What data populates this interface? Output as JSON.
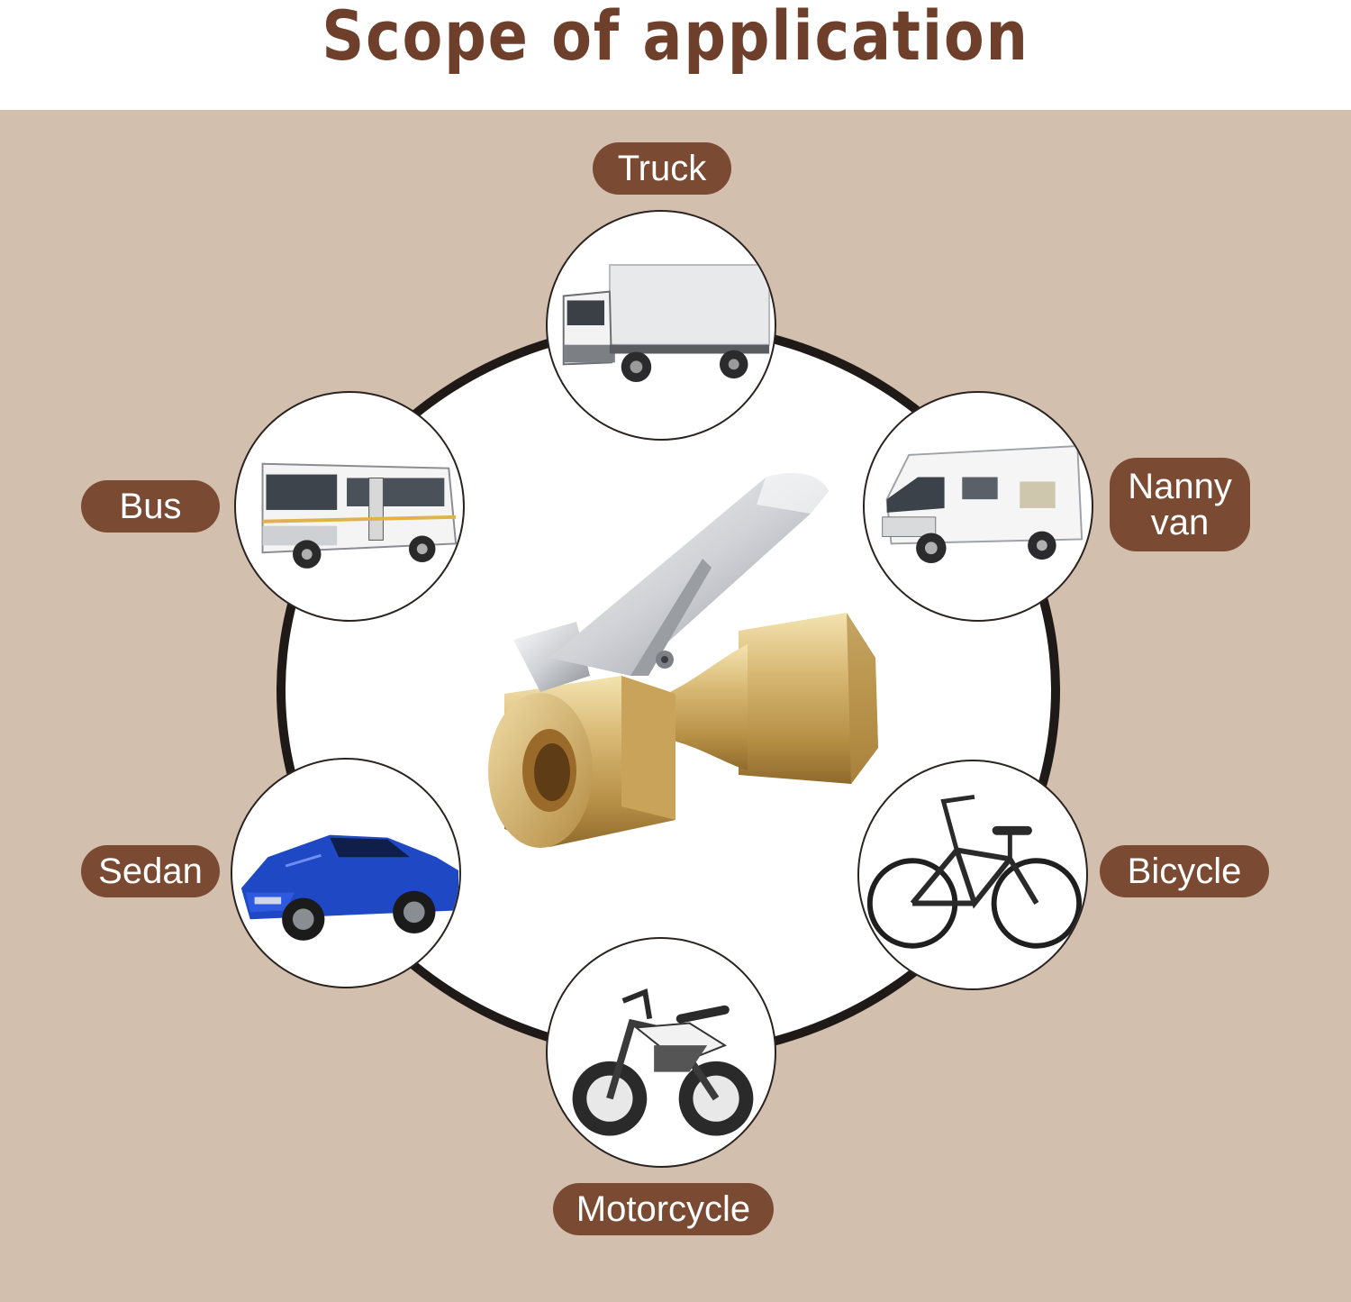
{
  "title": "Scope of application",
  "colors": {
    "title": "#6e3f2a",
    "background": "#d3bfae",
    "pill": "#7a4a33",
    "ring": "#1f1a18"
  },
  "vehicles": [
    {
      "key": "truck",
      "label": "Truck",
      "icon": "truck-icon"
    },
    {
      "key": "nanny-van",
      "label": "Nanny\nvan",
      "icon": "motorhome-icon"
    },
    {
      "key": "bicycle",
      "label": "Bicycle",
      "icon": "bicycle-icon"
    },
    {
      "key": "motorcycle",
      "label": "Motorcycle",
      "icon": "motorcycle-icon"
    },
    {
      "key": "sedan",
      "label": "Sedan",
      "icon": "sports-car-icon"
    },
    {
      "key": "bus",
      "label": "Bus",
      "icon": "bus-icon"
    }
  ],
  "product": {
    "icon": "tire-chuck-icon"
  }
}
